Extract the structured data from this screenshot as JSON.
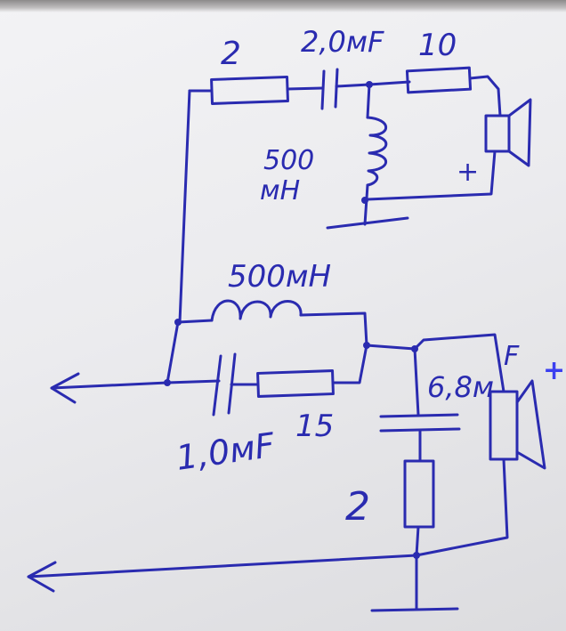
{
  "labels": {
    "r_top": "2",
    "c_top": "2,0мF",
    "r_top_right": "10",
    "l_top_value": "500",
    "l_top_unit": "мН",
    "speaker_top_polarity": "+",
    "l_mid": "500мН",
    "c_mid": "1,0мF",
    "r_mid": "15",
    "c_right": "6,8м",
    "c_right_suffix": "F",
    "speaker_bottom_polarity": "+",
    "r_bottom": "2"
  },
  "colors": {
    "ink": "#2a2bb0",
    "plus_marker": "#3b3ff0",
    "paper": "#eeeef0"
  },
  "icons": [
    "speaker-icon",
    "ground-symbol",
    "input-arrow-icon"
  ]
}
